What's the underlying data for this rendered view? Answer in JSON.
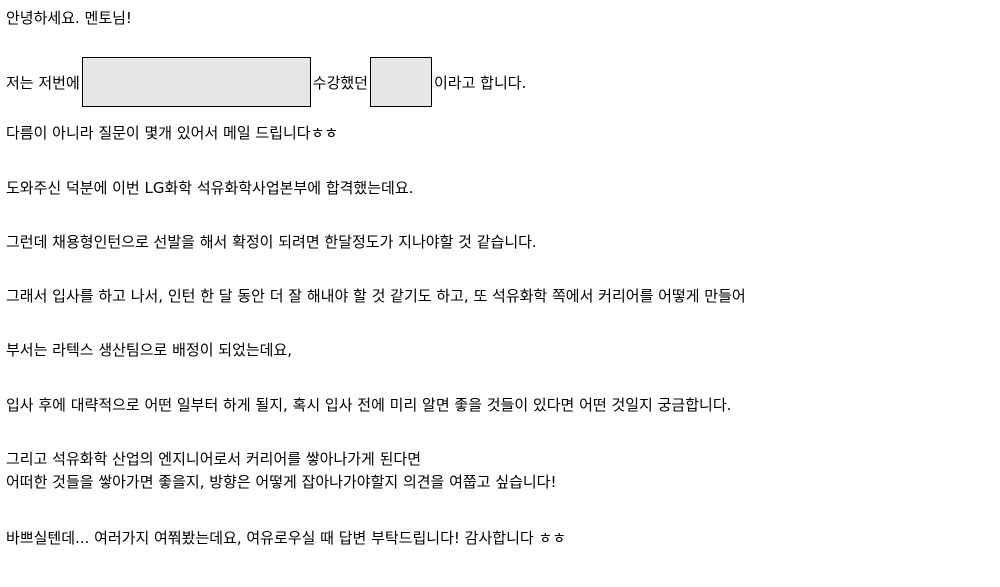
{
  "letter": {
    "greeting": "안녕하세요. 멘토님!",
    "intro": {
      "part1": "저는 저번에",
      "part2": "수강했던",
      "part3": "이라고 합니다."
    },
    "p1": "다름이 아니라 질문이 몇개 있어서 메일 드립니다ㅎㅎ",
    "p2": "도와주신 덕분에 이번 LG화학 석유화학사업본부에 합격했는데요.",
    "p3": "그런데 채용형인턴으로 선발을 해서 확정이 되려면 한달정도가 지나야할 것 같습니다.",
    "p4": "그래서 입사를 하고 나서, 인턴 한 달 동안 더 잘 해내야 할 것 같기도 하고, 또 석유화학 쪽에서 커리어를 어떻게 만들어",
    "p5": "부서는 라텍스 생산팀으로 배정이 되었는데요,",
    "p6": "입사 후에 대략적으로 어떤 일부터 하게 될지, 혹시 입사 전에 미리 알면 좋을 것들이 있다면 어떤 것일지 궁금합니다.",
    "p7_line1": "그리고 석유화학 산업의 엔지니어로서 커리어를 쌓아나가게 된다면",
    "p7_line2": "어떠한 것들을 쌓아가면 좋을지, 방향은 어떻게 잡아나가야할지 의견을 여쭙고 싶습니다!",
    "closing": "바쁘실텐데... 여러가지 여쭤봤는데요, 여유로우실 때 답변 부탁드립니다! 감사합니다 ㅎㅎ"
  }
}
